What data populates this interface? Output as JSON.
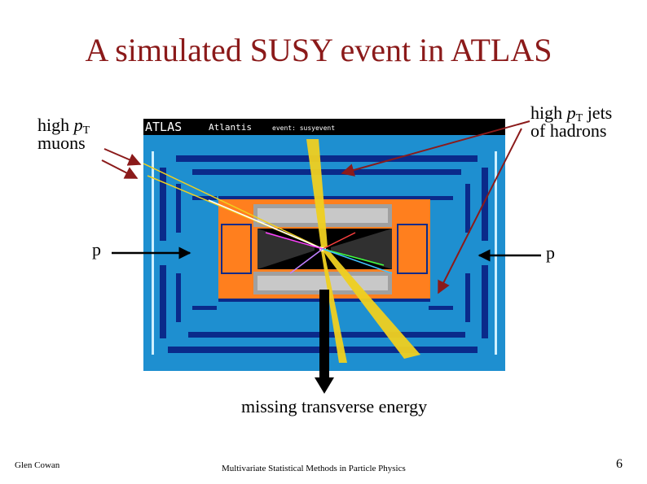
{
  "slide": {
    "title": "A simulated SUSY event in ATLAS",
    "page_number": "6"
  },
  "labels": {
    "muons": {
      "high": "high ",
      "p": "p",
      "sub": "T",
      "rest": "muons"
    },
    "jets": {
      "high": "high ",
      "p": "p",
      "sub": "T",
      "jets": " jets",
      "rest": "of hadrons"
    },
    "proton_left": "p",
    "proton_right": "p",
    "missing_et": "missing transverse energy"
  },
  "event_display": {
    "logo": "ATLAS",
    "program": "Atlantis",
    "event": "event: susyevent"
  },
  "footer": {
    "author": "Glen Cowan",
    "course": "Multivariate Statistical Methods in Particle Physics"
  },
  "colors": {
    "title": "#8b1a1a",
    "arrow": "#8b1a1a",
    "display_bg": "#1e8fd0",
    "calorimeter": "#ff7f1e",
    "muon_chamber": "#0a2a8a",
    "jet": "#f0d020"
  }
}
